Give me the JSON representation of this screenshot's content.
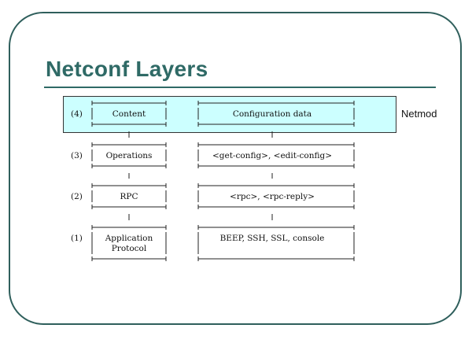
{
  "slide": {
    "title": "Netconf Layers",
    "netmod_label": "Netmod"
  },
  "layers": [
    {
      "number": "(4)",
      "name": [
        "Content"
      ],
      "detail": [
        "Configuration data"
      ],
      "highlighted": true
    },
    {
      "number": "(3)",
      "name": [
        "Operations"
      ],
      "detail": [
        "<get-config>, <edit-config>"
      ],
      "highlighted": false
    },
    {
      "number": "(2)",
      "name": [
        "RPC"
      ],
      "detail": [
        "<rpc>, <rpc-reply>"
      ],
      "highlighted": false
    },
    {
      "number": "(1)",
      "name": [
        "Application",
        "Protocol"
      ],
      "detail": [
        "BEEP, SSH, SSL, console"
      ],
      "highlighted": false
    }
  ],
  "colors": {
    "title": "#2f6a66",
    "frame": "#2f5f5c",
    "highlight": "#ccffff"
  }
}
